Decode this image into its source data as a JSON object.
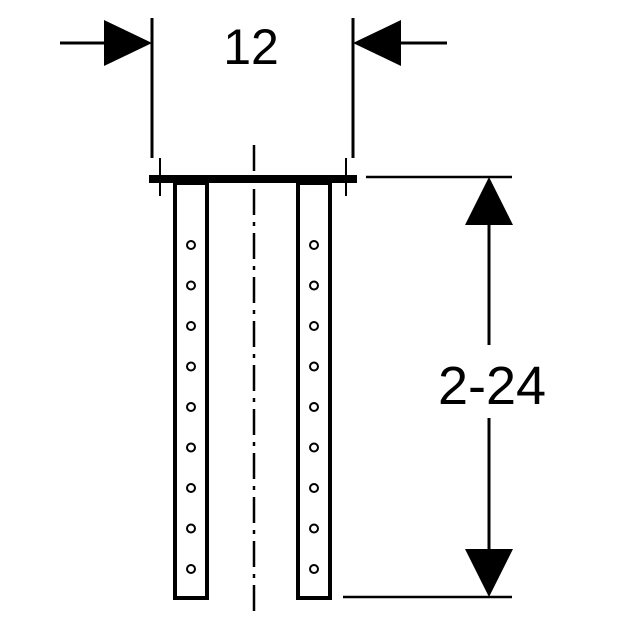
{
  "dimensions": {
    "width_label": "12",
    "height_label": "2-24"
  },
  "colors": {
    "line": "#000000",
    "background": "#ffffff"
  },
  "hole_count_per_column": 9
}
